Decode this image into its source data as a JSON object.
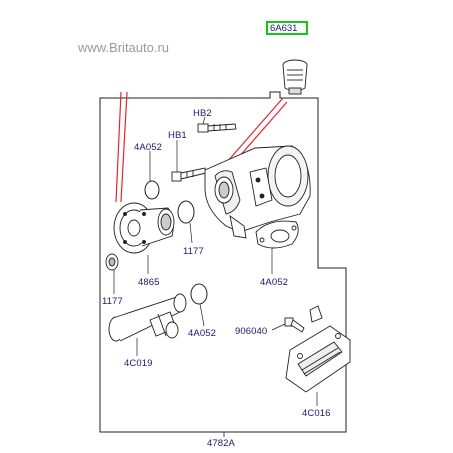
{
  "watermark": "www.Britauto.ru",
  "highlighted_part": "6A631",
  "parts": {
    "hb2": "HB2",
    "hb1": "HB1",
    "p4a052_top": "4A052",
    "p1177_mid": "1177",
    "p4865": "4865",
    "p1177_left": "1177",
    "p4a052_right": "4A052",
    "p906040": "906040",
    "p4a052_bottom": "4A052",
    "p4c019": "4C019",
    "p4c016": "4C016",
    "p4782a": "4782A"
  },
  "colors": {
    "label": "#1a1a6e",
    "highlight": "#19c219",
    "leader_red": "#e0262c",
    "line": "#222222"
  }
}
